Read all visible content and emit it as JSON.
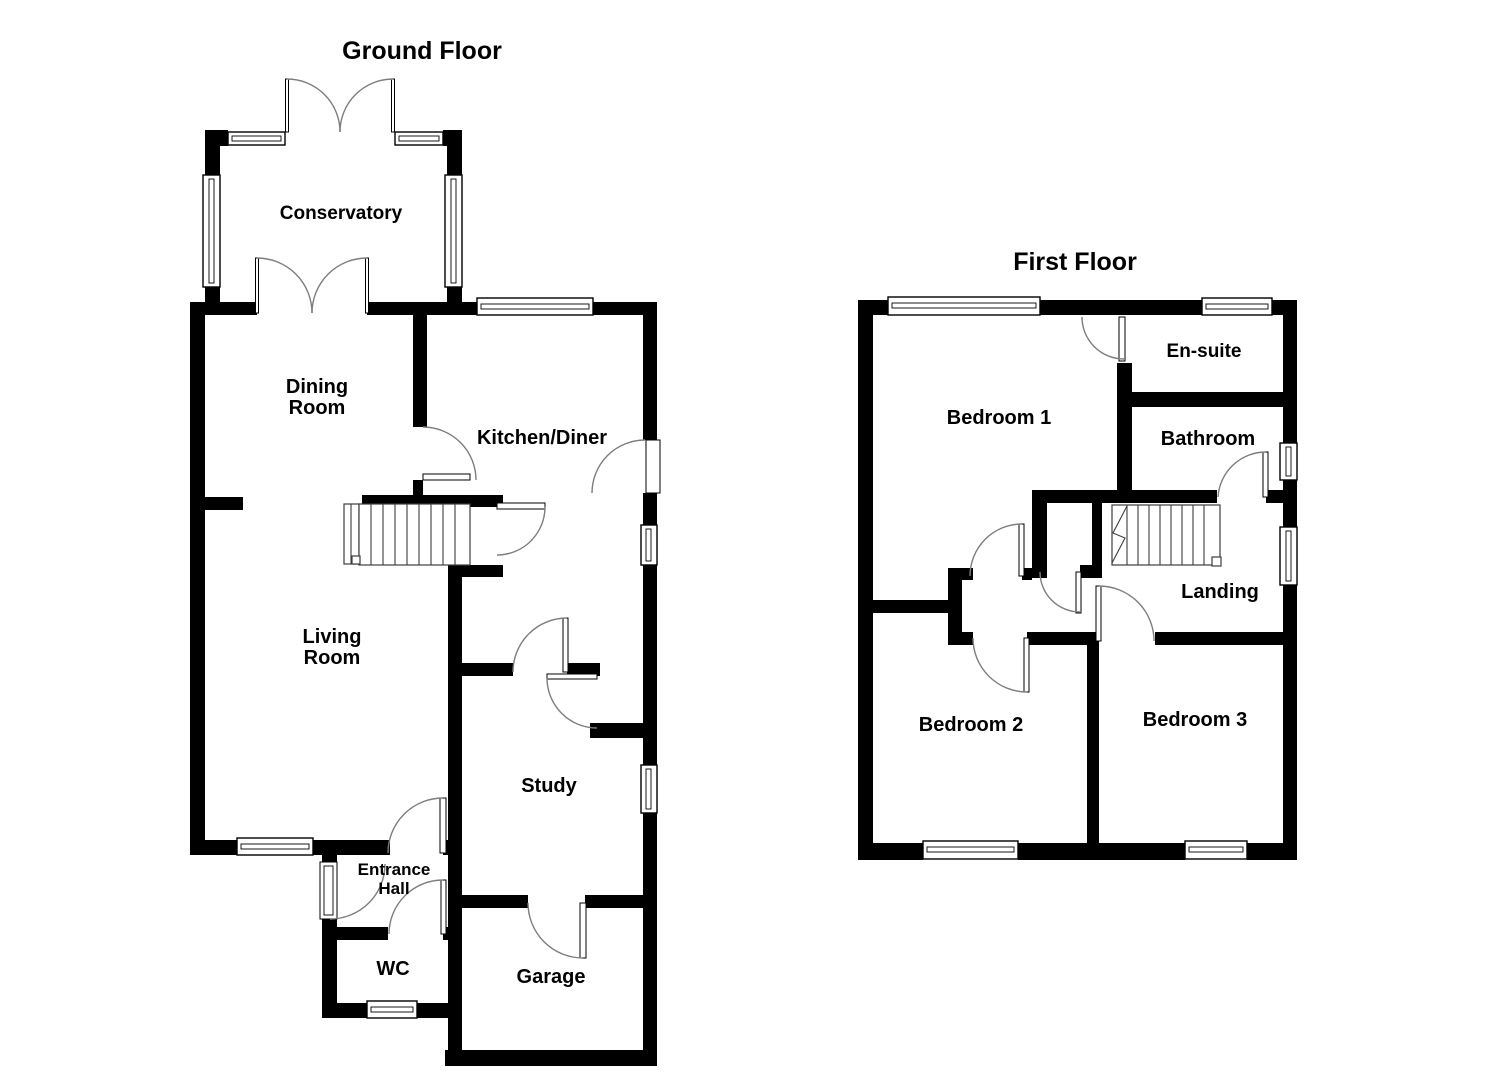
{
  "page": {
    "background": "#ffffff"
  },
  "colors": {
    "wall": "#000000",
    "door_swing": "#7d7d7d",
    "window_outline": "#000000",
    "stair_lines": "#3d3d3d",
    "text": "#000000"
  },
  "ground_floor": {
    "title": "Ground Floor",
    "rooms": {
      "conservatory": "Conservatory",
      "dining_room": [
        "Dining",
        "Room"
      ],
      "kitchen_diner": "Kitchen/Diner",
      "living_room": [
        "Living",
        "Room"
      ],
      "study": "Study",
      "entrance_hall": [
        "Entrance",
        "Hall"
      ],
      "wc": "WC",
      "garage": "Garage"
    }
  },
  "first_floor": {
    "title": "First Floor",
    "rooms": {
      "bedroom1": "Bedroom 1",
      "ensuite": "En-suite",
      "bathroom": "Bathroom",
      "landing": "Landing",
      "bedroom2": "Bedroom 2",
      "bedroom3": "Bedroom 3"
    }
  }
}
